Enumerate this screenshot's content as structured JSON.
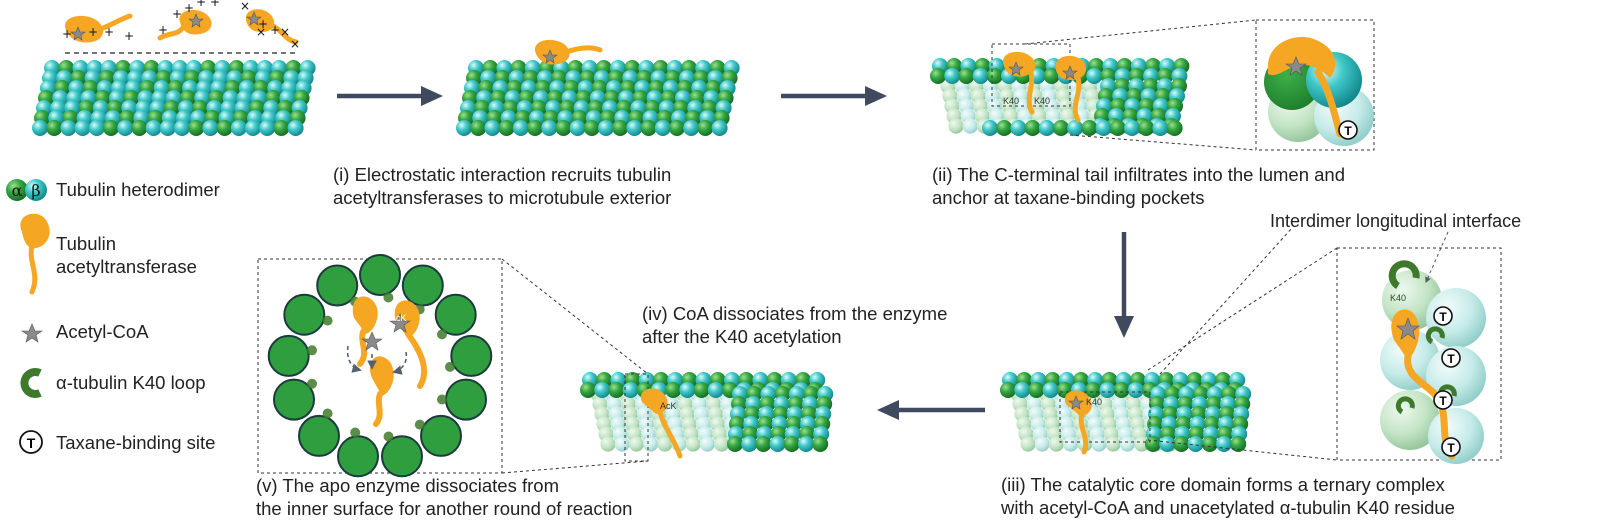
{
  "legend": {
    "tubulin_heterodimer": "Tubulin heterodimer",
    "alpha_symbol": "α",
    "beta_symbol": "β",
    "acetyltransferase_line1": "Tubulin",
    "acetyltransferase_line2": "acetyltransferase",
    "acetyl_coa": "Acetyl-CoA",
    "k40_loop": "α-tubulin K40 loop",
    "taxane_site": "Taxane-binding site",
    "taxane_symbol": "T"
  },
  "steps": {
    "i": {
      "line1": "(i) Electrostatic interaction recruits tubulin",
      "line2": "acetyltransferases to microtubule exterior"
    },
    "ii": {
      "line1": "(ii) The C-terminal tail infiltrates into the lumen and",
      "line2": "anchor at taxane-binding pockets"
    },
    "iii": {
      "line1": "(iii) The catalytic core domain forms a ternary complex",
      "line2": "with acetyl-CoA and unacetylated α-tubulin K40 residue"
    },
    "iv": {
      "line1": "(iv) CoA dissociates from the enzyme",
      "line2": "after the K40 acetylation"
    },
    "v": {
      "line1": "(v) The apo enzyme dissociates from",
      "line2": "the inner surface for another round of reaction"
    }
  },
  "annotations": {
    "interdimer": "Interdimer longitudinal interface",
    "k40_a": "K40",
    "k40_b": "K40",
    "k40_c": "K40",
    "k40_d": "K40",
    "ack_a": "AcK",
    "ack_b": "AcK",
    "ack_c": "AcK",
    "plus": "+",
    "times": "×"
  },
  "colors": {
    "alpha_tubulin": "#2e9e3e",
    "beta_tubulin": "#3cc9c9",
    "pale_alpha": "#bfe3c4",
    "pale_beta": "#c7ecea",
    "enzyme": "#f5a623",
    "arrow": "#3f4a5e",
    "acetyl_coa": "#8a8a8a",
    "k40_loop": "#3f7a2c"
  }
}
